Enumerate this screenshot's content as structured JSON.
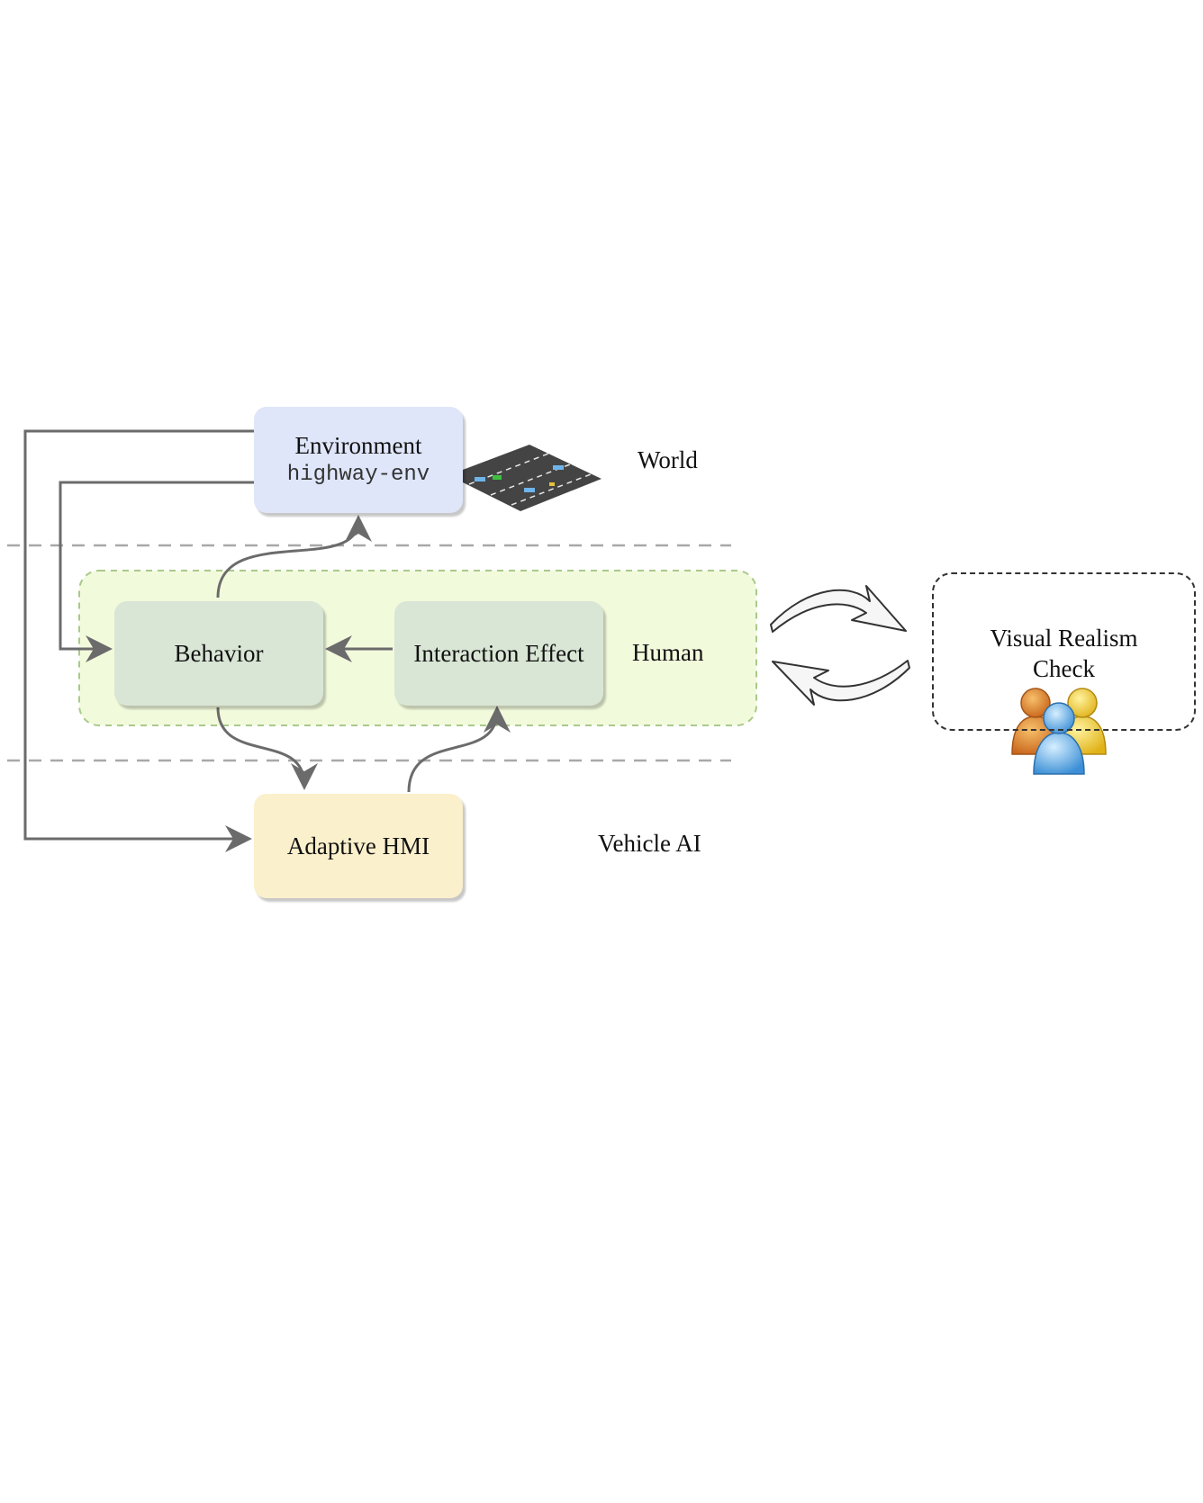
{
  "layers": {
    "world": "World",
    "human": "Human",
    "vehicle_ai": "Vehicle AI"
  },
  "nodes": {
    "environment": {
      "title": "Environment",
      "subtitle": "highway-env"
    },
    "behavior": {
      "title": "Behavior"
    },
    "interaction_effect": {
      "title": "Interaction Effect"
    },
    "adaptive_hmi": {
      "title": "Adaptive HMI"
    }
  },
  "visual_realism": {
    "line1": "Visual Realism",
    "line2": "Check"
  },
  "colors": {
    "environment_fill": "#dfe6fa",
    "human_node_fill": "#d9e6d5",
    "human_region_fill": "#f2fadc",
    "hmi_fill": "#fbf0cc",
    "arrow": "#6b6b6b",
    "divider": "#a8a8a8"
  },
  "icons": {
    "highway": "highway-thumbnail-icon",
    "users": "users-group-icon",
    "cycle": "cycle-arrows-icon"
  }
}
